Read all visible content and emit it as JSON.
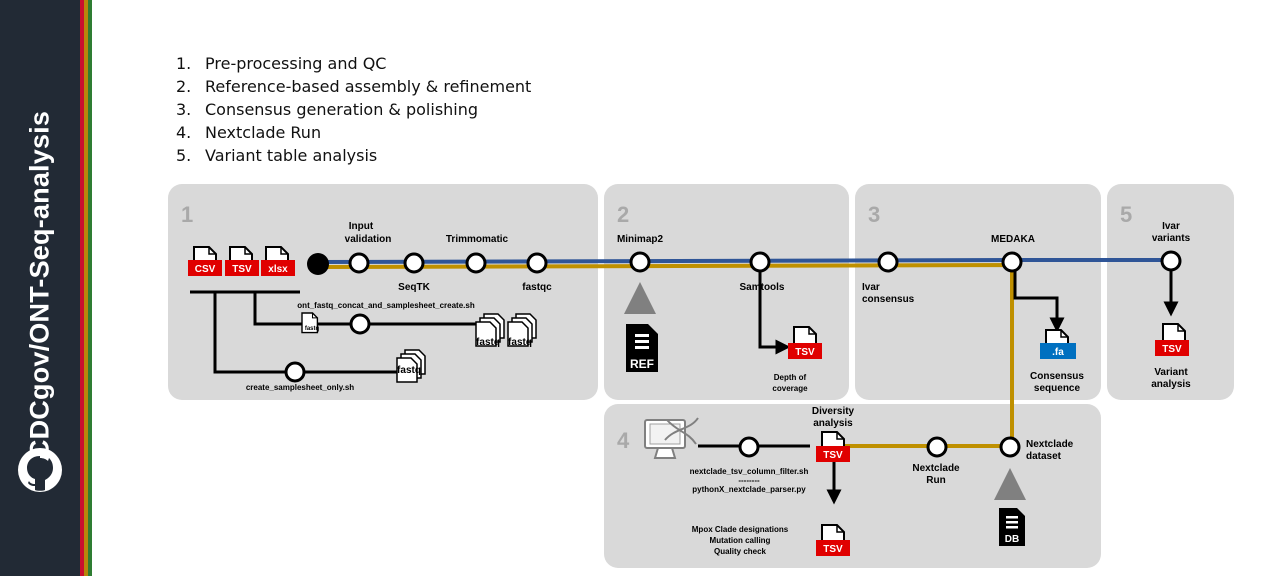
{
  "sidebar": {
    "title": "CDCgov/ONT-Seq-analysis",
    "stripes": [
      "#c8102e",
      "#b8860b",
      "#2e7d32"
    ],
    "logo_icon": "github-octocat-icon"
  },
  "steps": [
    {
      "num": "1.",
      "label": "Pre-processing and QC"
    },
    {
      "num": "2.",
      "label": "Reference-based assembly & refinement"
    },
    {
      "num": "3.",
      "label": "Consensus generation & polishing"
    },
    {
      "num": "4.",
      "label": "Nextclade Run"
    },
    {
      "num": "5.",
      "label": "Variant table analysis"
    }
  ],
  "colors": {
    "panel": "#d9d9d9",
    "blue_line": "#2f5597",
    "gold_line": "#bf9000",
    "badge_red": "#e00000",
    "badge_blue": "#0070c0"
  },
  "panels": {
    "p1": {
      "number": "1"
    },
    "p2": {
      "number": "2"
    },
    "p3": {
      "number": "3"
    },
    "p4": {
      "number": "4"
    },
    "p5": {
      "number": "5"
    }
  },
  "inputs": {
    "csv": "CSV",
    "tsv": "TSV",
    "xlsx": "xlsx"
  },
  "labels": {
    "input_validation_1": "Input",
    "input_validation_2": "validation",
    "seqtk": "SeqTK",
    "trimmomatic": "Trimmomatic",
    "fastqc": "fastqc",
    "minimap2": "Minimap2",
    "samtools": "Samtools",
    "ivar_consensus_1": "Ivar",
    "ivar_consensus_2": "consensus",
    "medaka": "MEDAKA",
    "ivar_variants_1": "Ivar",
    "ivar_variants_2": "variants",
    "concat_script": "ont_fastq_concat_and_samplesheet_create.sh",
    "samplesheet_script": "create_samplesheet_only.sh",
    "depth_1": "Depth of",
    "depth_2": "coverage",
    "consensus_seq_1": "Consensus",
    "consensus_seq_2": "sequence",
    "variant_analysis_1": "Variant",
    "variant_analysis_2": "analysis",
    "diversity_1": "Diversity",
    "diversity_2": "analysis",
    "nextclade_run_1": "Nextclade",
    "nextclade_run_2": "Run",
    "nextclade_dataset_1": "Nextclade",
    "nextclade_dataset_2": "dataset",
    "filter_script": "nextclade_tsv_column_filter.sh",
    "separator": "--------",
    "parser_script": "pythonX_nextclade_parser.py",
    "mpox_1": "Mpox Clade designations",
    "mpox_2": "Mutation calling",
    "mpox_3": "Quality check"
  },
  "badges": {
    "tsv": "TSV",
    "fa": ".fa",
    "fastq": "fastq",
    "ref": "REF",
    "db": "DB"
  }
}
